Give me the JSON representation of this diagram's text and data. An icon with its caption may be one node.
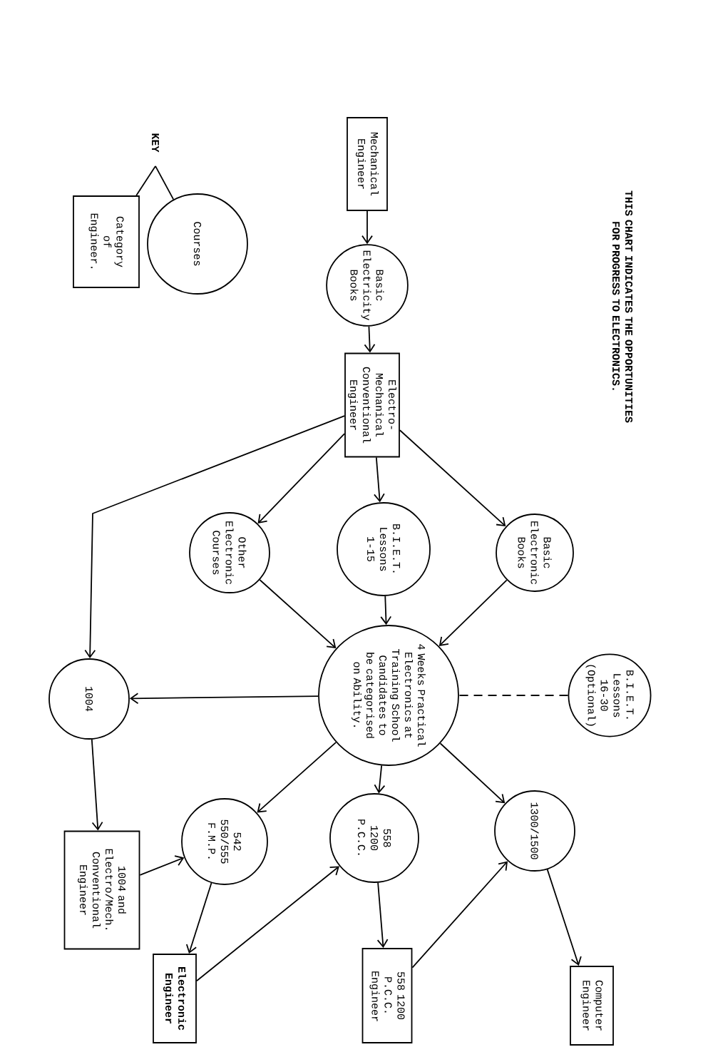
{
  "diagram": {
    "title": "THIS CHART INDICATES THE OPPORTUNITIES FOR PROGRESS TO ELECTRONICS.",
    "nodes": [
      {
        "text": [
          "Mechanical Engineer"
        ]
      },
      {
        "text": [
          "Basic Electricity Books"
        ]
      },
      {
        "text": [
          "Electro-Mechanical Conventional Engineer"
        ]
      },
      {
        "text": [
          "Basic Electronic Books"
        ]
      },
      {
        "text": [
          "B.I.E.T. Lessons 1-15"
        ]
      },
      {
        "text": [
          "Other Electronic Courses"
        ]
      },
      {
        "text": [
          "B.I.E.T. Lessons 16-30 (Optional)"
        ]
      },
      {
        "text": [
          "4 Weeks Practical Electronics at Training School Candidates to be categorised on Ability."
        ]
      },
      {
        "text": [
          "1004"
        ]
      },
      {
        "text": [
          "1300/1500"
        ]
      },
      {
        "text": [
          "558 1200 P.C.C."
        ]
      },
      {
        "text": [
          "542 550/555 F.M.P."
        ]
      },
      {
        "text": [
          "1004 and Electro/Mech. Conventional Engineer"
        ]
      },
      {
        "text": [
          "Computer Engineer"
        ]
      },
      {
        "text": [
          "558 1200 P.C.C. Engineer"
        ]
      },
      {
        "text": [
          "Electronic Engineer"
        ]
      },
      {
        "text": [
          "KEY"
        ]
      },
      {
        "text": [
          "Courses"
        ]
      },
      {
        "text": [
          "Category of Engineer."
        ]
      }
    ],
    "edges": [
      {
        "from": 0,
        "to": 1,
        "arrow": "to"
      },
      {
        "from": 1,
        "to": 2,
        "arrow": "to"
      },
      {
        "from": 2,
        "to": 3,
        "arrow": "to"
      },
      {
        "from": 2,
        "to": 4,
        "arrow": "to"
      },
      {
        "from": 2,
        "to": 5,
        "arrow": "to"
      },
      {
        "from": 2,
        "to": 8,
        "arrow": "to"
      },
      {
        "from": 3,
        "to": 7,
        "arrow": "to"
      },
      {
        "from": 4,
        "to": 7,
        "arrow": "to"
      },
      {
        "from": 5,
        "to": 7,
        "arrow": "to"
      },
      {
        "from": 6,
        "to": 7,
        "arrow": "none",
        "style": "dashed"
      },
      {
        "from": 7,
        "to": 8,
        "arrow": "to"
      },
      {
        "from": 7,
        "to": 11,
        "arrow": "to"
      },
      {
        "from": 7,
        "to": 10,
        "arrow": "to"
      },
      {
        "from": 7,
        "to": 9,
        "arrow": "to"
      },
      {
        "from": 8,
        "to": 12,
        "arrow": "to"
      },
      {
        "from": 12,
        "to": 11,
        "arrow": "to"
      },
      {
        "from": 11,
        "to": 15,
        "arrow": "to"
      },
      {
        "from": 15,
        "to": 10,
        "arrow": "to"
      },
      {
        "from": 10,
        "to": 14,
        "arrow": "to"
      },
      {
        "from": 14,
        "to": 9,
        "arrow": "to"
      },
      {
        "from": 9,
        "to": 13,
        "arrow": "to"
      },
      {
        "from": 16,
        "to": 17,
        "arrow": "none"
      },
      {
        "from": 16,
        "to": 18,
        "arrow": "none"
      }
    ]
  }
}
